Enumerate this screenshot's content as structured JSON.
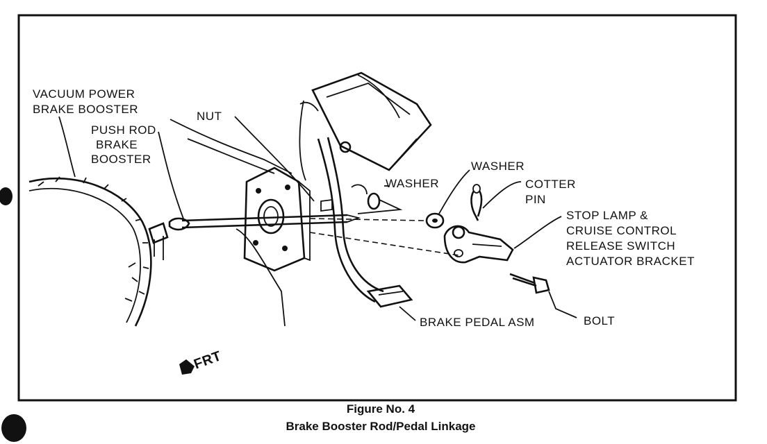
{
  "labels": {
    "booster_1": "VACUUM POWER",
    "booster_2": "BRAKE BOOSTER",
    "nut": "NUT",
    "pushrod_1": "PUSH ROD",
    "pushrod_2": "BRAKE",
    "pushrod_3": "BOOSTER",
    "washer_1": "WASHER",
    "washer_2": "WASHER",
    "cotter_1": "COTTER",
    "cotter_2": "PIN",
    "bracket_1": "STOP LAMP &",
    "bracket_2": "CRUISE CONTROL",
    "bracket_3": "RELEASE SWITCH",
    "bracket_4": "ACTUATOR BRACKET",
    "pedal": "BRAKE PEDAL ASM",
    "bolt": "BOLT",
    "frt": "FRT"
  },
  "caption": {
    "figure": "Figure No. 4",
    "title": "Brake Booster Rod/Pedal Linkage"
  }
}
